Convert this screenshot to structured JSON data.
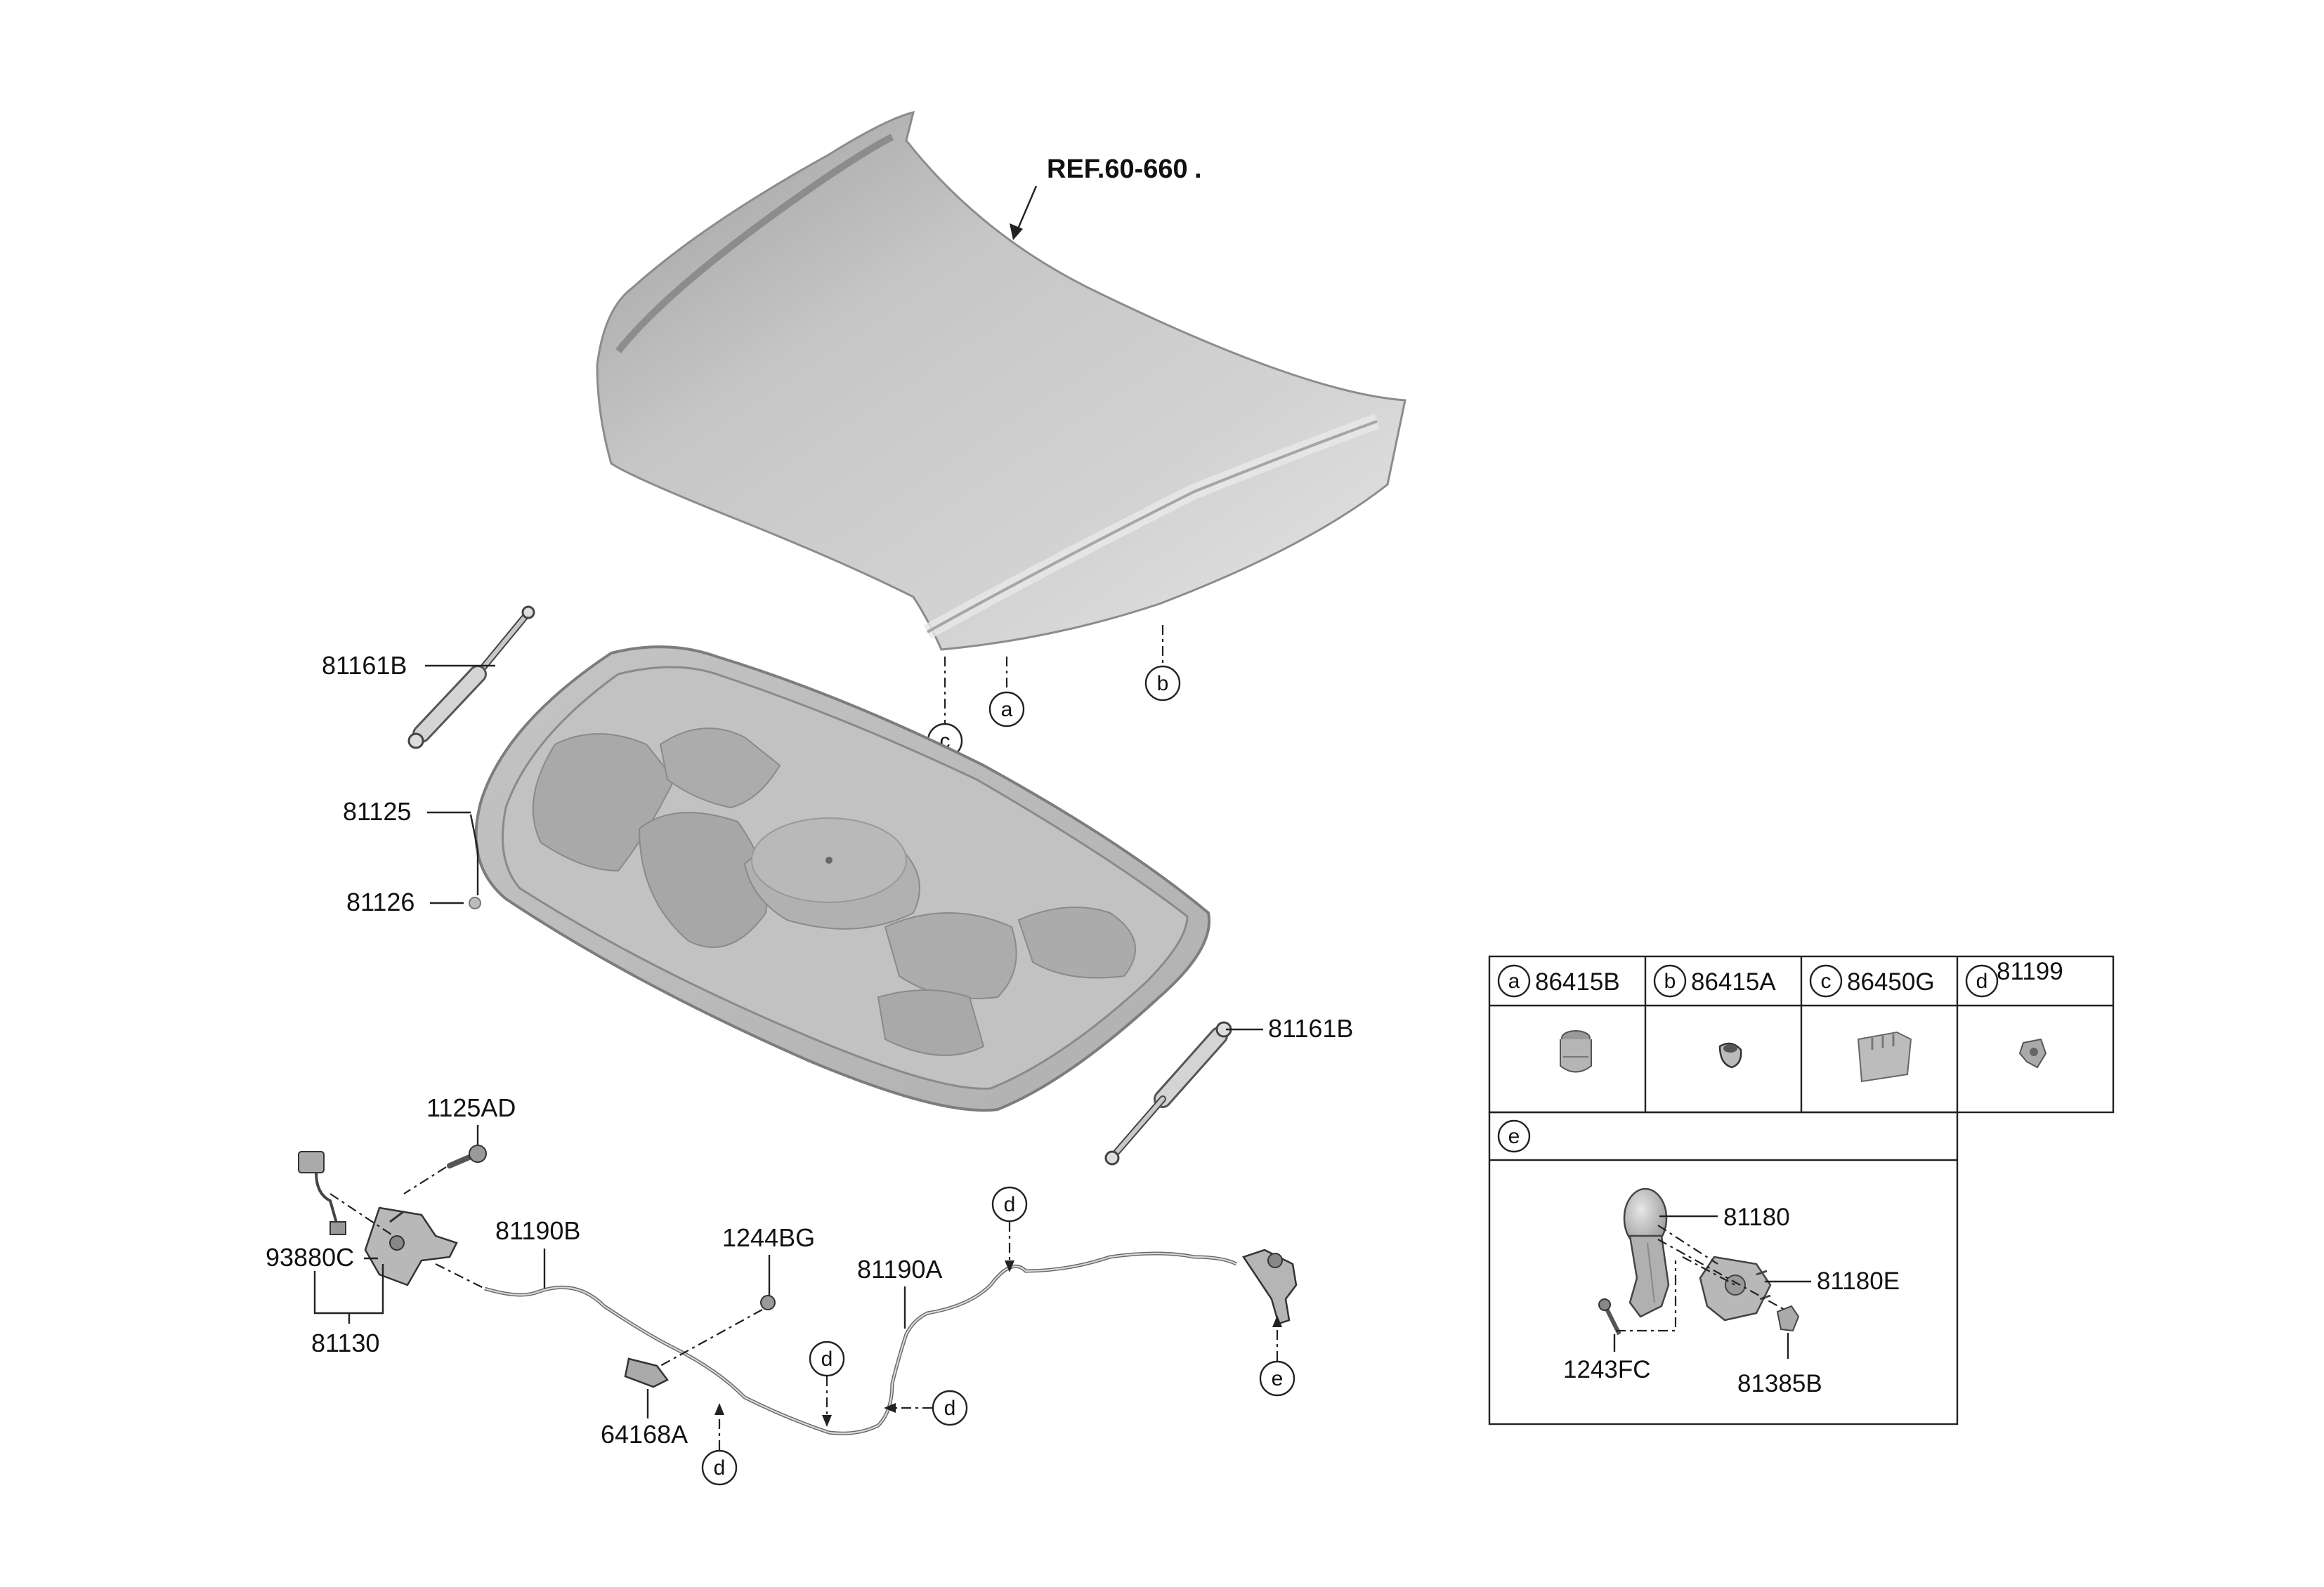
{
  "reference": "REF.60-660",
  "part_labels": {
    "hood_lift_left": "81161B",
    "insulator_pad": "81125",
    "insulator_clip": "81126",
    "hood_lift_right": "81161B",
    "latch_bolt": "1125AD",
    "latch_switch": "93880C",
    "latch_assembly": "81130",
    "release_cable_front": "81190B",
    "cable_bolt": "1244BG",
    "release_cable_rear": "81190A",
    "cable_clip": "64168A"
  },
  "callouts": {
    "a": "a",
    "b": "b",
    "c": "c",
    "d": "d",
    "e": "e"
  },
  "detail_table": {
    "cells": [
      {
        "letter": "a",
        "part": "86415B"
      },
      {
        "letter": "b",
        "part": "86415A"
      },
      {
        "letter": "c",
        "part": "86450G"
      },
      {
        "letter": "d",
        "part": "81199"
      }
    ],
    "section_e": {
      "letter": "e",
      "parts": {
        "handle": "81180",
        "handle_bracket": "81180E",
        "screw": "1243FC",
        "retainer": "81385B"
      }
    }
  },
  "colors": {
    "line": "#222222",
    "hood_fill": "#c9c9c9",
    "pad_fill": "#bdbdbd",
    "part_fill": "#b8b8b8"
  }
}
